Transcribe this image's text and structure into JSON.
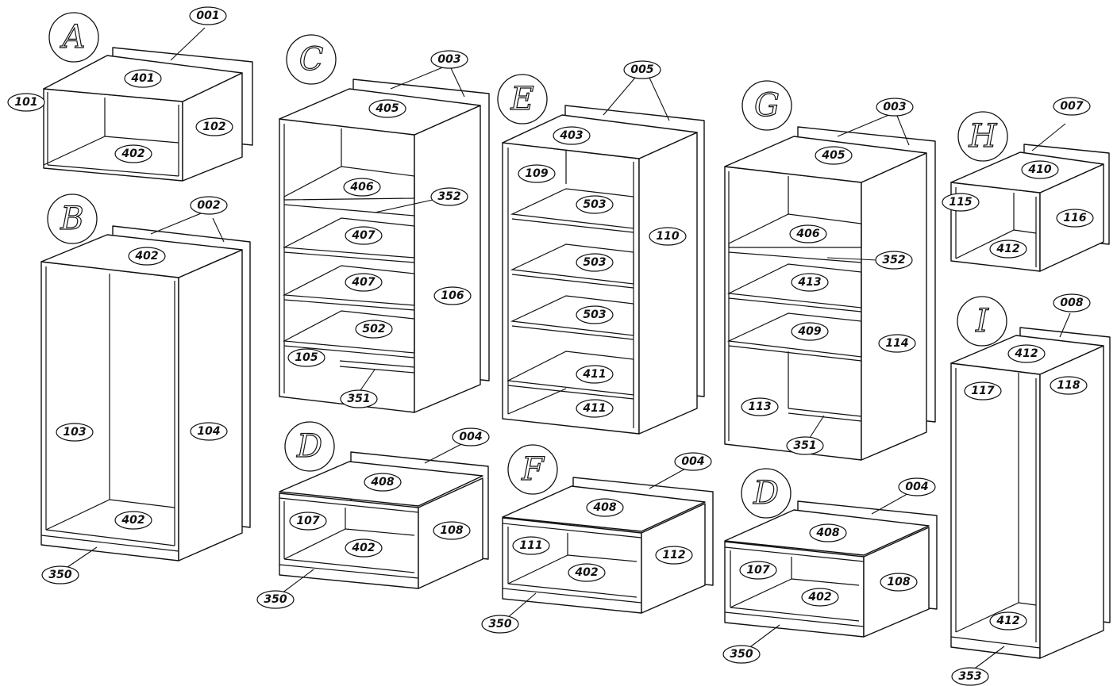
{
  "colors": {
    "ink": "#111111",
    "paper": "#ffffff"
  },
  "cabinets": [
    {
      "id": "A",
      "letter": "A",
      "parts": [
        "001",
        "401",
        "101",
        "102",
        "402"
      ]
    },
    {
      "id": "B",
      "letter": "B",
      "parts": [
        "002",
        "402",
        "103",
        "104",
        "402",
        "350"
      ]
    },
    {
      "id": "C",
      "letter": "C",
      "parts": [
        "003",
        "405",
        "406",
        "352",
        "407",
        "407",
        "106",
        "502",
        "105",
        "351"
      ]
    },
    {
      "id": "D1",
      "letter": "D",
      "parts": [
        "004",
        "408",
        "107",
        "108",
        "402",
        "350"
      ]
    },
    {
      "id": "E",
      "letter": "E",
      "parts": [
        "005",
        "403",
        "109",
        "503",
        "110",
        "503",
        "503",
        "411",
        "411"
      ]
    },
    {
      "id": "F",
      "letter": "F",
      "parts": [
        "004",
        "408",
        "111",
        "112",
        "402",
        "350"
      ]
    },
    {
      "id": "G",
      "letter": "G",
      "parts": [
        "003",
        "405",
        "406",
        "352",
        "413",
        "409",
        "114",
        "113",
        "351"
      ]
    },
    {
      "id": "D2",
      "letter": "D",
      "parts": [
        "004",
        "408",
        "107",
        "108",
        "402",
        "350"
      ]
    },
    {
      "id": "H",
      "letter": "H",
      "parts": [
        "007",
        "410",
        "115",
        "116",
        "412"
      ]
    },
    {
      "id": "I",
      "letter": "I",
      "parts": [
        "008",
        "412",
        "117",
        "118",
        "412",
        "353"
      ]
    }
  ]
}
